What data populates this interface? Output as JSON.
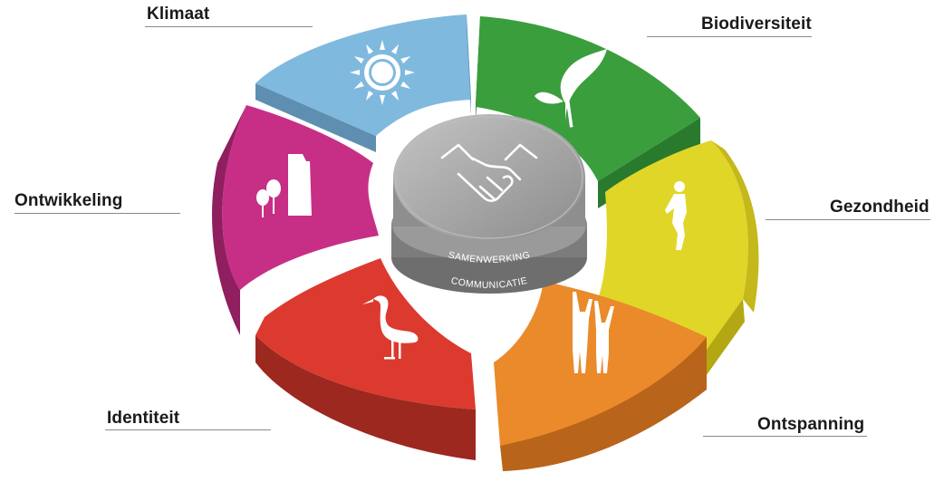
{
  "labels": {
    "klimaat": "Klimaat",
    "biodiversiteit": "Biodiversiteit",
    "ontwikkeling": "Ontwikkeling",
    "gezondheid": "Gezondheid",
    "identiteit": "Identiteit",
    "ontspanning": "Ontspanning"
  },
  "center": {
    "top_ring": "SAMENWERKING",
    "bottom_ring": "COMMUNICATIE",
    "icon": "handshake-icon"
  },
  "segments": [
    {
      "id": "klimaat",
      "color": "#80b9de",
      "icon": "sun-icon"
    },
    {
      "id": "biodiversiteit",
      "color": "#3a9e3d",
      "icon": "leaf-icon"
    },
    {
      "id": "gezondheid",
      "color": "#e0d628",
      "icon": "runner-icon"
    },
    {
      "id": "ontspanning",
      "color": "#ea8a2b",
      "icon": "children-icon"
    },
    {
      "id": "identiteit",
      "color": "#dc3a2e",
      "icon": "stork-icon"
    },
    {
      "id": "ontwikkeling",
      "color": "#c72f86",
      "icon": "trees-building-icon"
    }
  ]
}
